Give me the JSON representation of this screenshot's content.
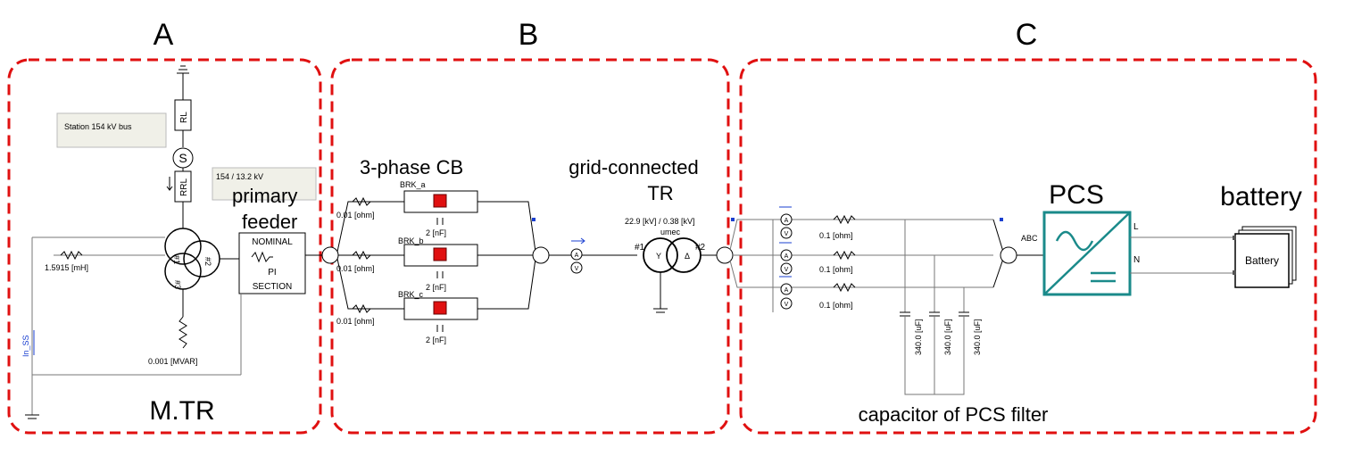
{
  "sections": {
    "a": {
      "letter": "A",
      "caption": "M.TR"
    },
    "b": {
      "letter": "B",
      "caption_cb": "3-phase  CB",
      "caption_tr_1": "grid-connected",
      "caption_tr_2": "TR"
    },
    "c": {
      "letter": "C",
      "caption": "capacitor  of  PCS  filter",
      "pcs_label": "PCS",
      "battery_label": "battery"
    }
  },
  "labels": {
    "station_bus": "Station 154 kV bus",
    "rl": "RL",
    "source": "S",
    "rrl": "RRL",
    "tr_ratio": "154 / 13.2 kV",
    "primary_feeder_1": "primary",
    "primary_feeder_2": "feeder",
    "pi_line_1": "NOMINAL",
    "pi_line_2": "PI",
    "pi_line_3": "SECTION",
    "winding_1": "#1",
    "winding_2": "#2",
    "winding_3": "#3",
    "inductance": "1.5915 [mH]",
    "mvar": "0.001 [MVAR]",
    "in_ss": "In_SS",
    "brk_a": "BRK_a",
    "brk_b": "BRK_b",
    "brk_c": "BRK_c",
    "cap_2nf": "2 [nF]",
    "r_001": "0.01 [ohm]",
    "tr2_ratio": "22.9 [kV] / 0.38 [kV]",
    "umec": "umec",
    "tr2_w1": "#1",
    "tr2_w2": "#2",
    "y_sym": "Y",
    "d_sym": "Δ",
    "r_01": "0.1 [ohm]",
    "cap_340": "340.0 [uF]",
    "abc": "ABC",
    "pcs_l": "L",
    "pcs_n": "N",
    "battery_text": "Battery",
    "meter_a": "A",
    "meter_v": "V"
  }
}
